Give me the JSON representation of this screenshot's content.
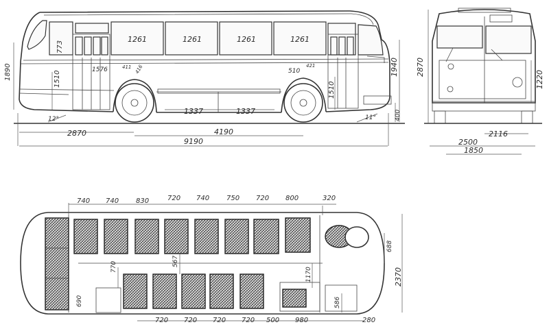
{
  "side_view": {
    "window_widths": [
      "1261",
      "1261",
      "1261",
      "1261"
    ],
    "front_window_height": "773",
    "overall_height": "1890",
    "roof_height": "1940",
    "floor_height_left": "1510",
    "floor_height_right": "1510",
    "door_width": "1576",
    "small_dims": [
      "411",
      "416",
      "421"
    ],
    "door_rear": "510",
    "axle_spacing": [
      "1337",
      "1337"
    ],
    "ground_clearance": "400",
    "approach_angle": "12°",
    "departure_angle": "11°",
    "front_overhang": "2870",
    "wheelbase": "4190",
    "overall_length": "9190"
  },
  "front_view": {
    "overall_height": "2870",
    "window_height": "1220",
    "track": "2116",
    "overall_width": "2500",
    "inner_width": "1850"
  },
  "plan_view": {
    "top_spacings": [
      "740",
      "740",
      "830",
      "720",
      "740",
      "750",
      "720",
      "800",
      "320"
    ],
    "bottom_spacings": [
      "720",
      "720",
      "720",
      "720",
      "500",
      "980",
      "280"
    ],
    "aisle_dim": "770",
    "aisle_dim2": "567",
    "aisle_dim3": "1170",
    "rear_seat": "690",
    "side_dim": "688",
    "width": "2370",
    "door_dim": "586"
  }
}
